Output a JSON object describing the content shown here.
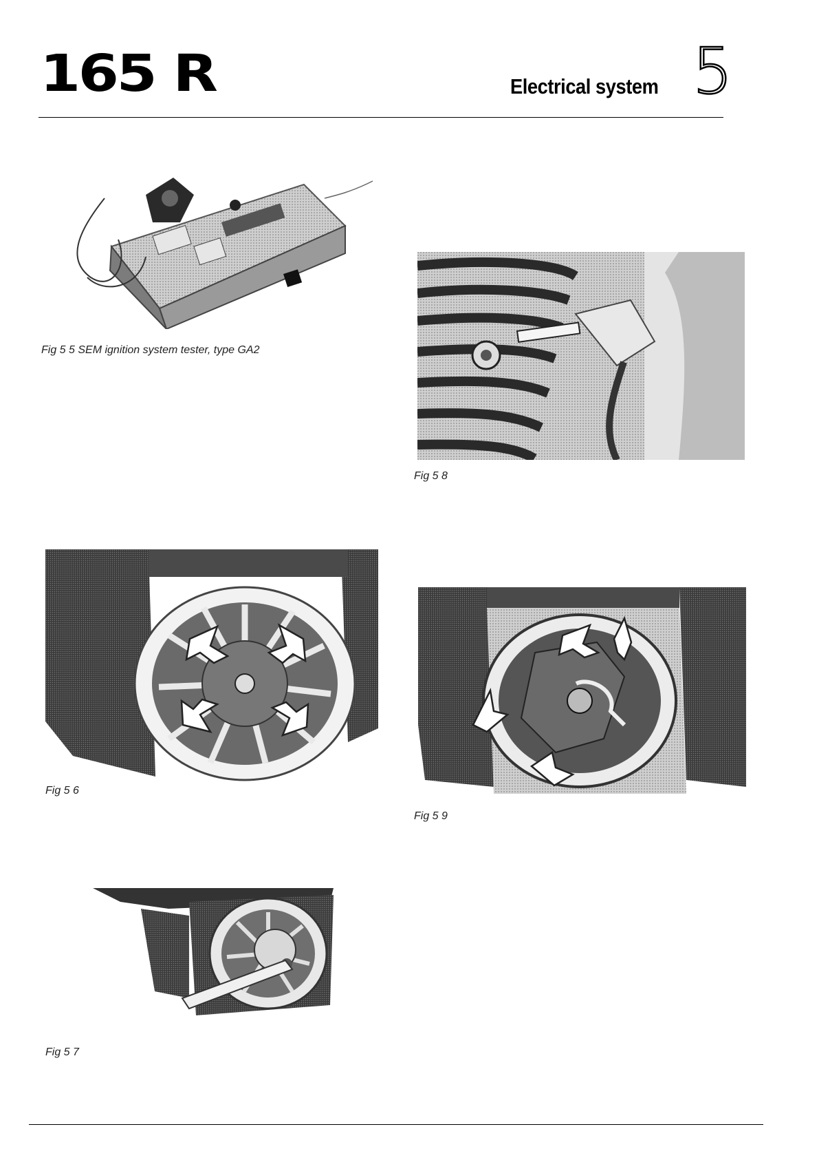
{
  "header": {
    "model": "165 R",
    "section_title": "Electrical system",
    "chapter_number": "5"
  },
  "figures": [
    {
      "id": "fig-5-5",
      "caption": "Fig 5 5  SEM ignition system tester, type GA2"
    },
    {
      "id": "fig-5-6",
      "caption": "Fig 5 6"
    },
    {
      "id": "fig-5-7",
      "caption": "Fig 5 7"
    },
    {
      "id": "fig-5-8",
      "caption": "Fig 5 8"
    },
    {
      "id": "fig-5-9",
      "caption": "Fig 5 9"
    }
  ],
  "colors": {
    "ink": "#000000",
    "photo_dark": "#3a3a3a",
    "photo_light": "#d9d9d9",
    "arrow": "#ffffff"
  }
}
